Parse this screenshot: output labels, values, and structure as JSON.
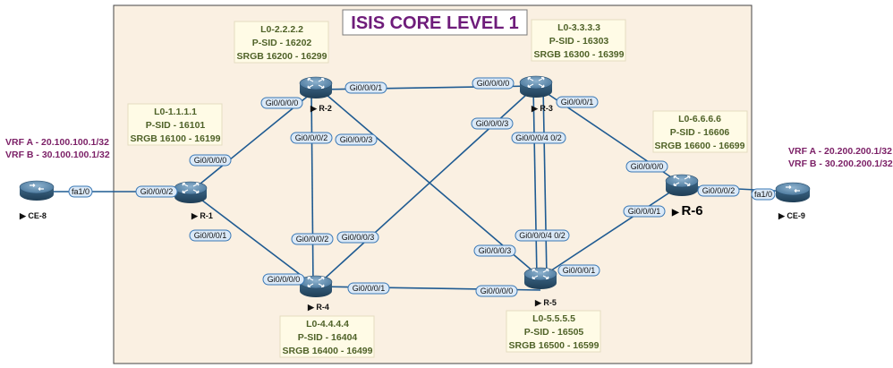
{
  "title": "ISIS  CORE  LEVEL 1",
  "routers": {
    "r1": {
      "label": "R-1",
      "lo": "L0-1.1.1.1",
      "psid": "P-SID - 16101",
      "srgb": "SRGB 16100 - 16199"
    },
    "r2": {
      "label": "R-2",
      "lo": "L0-2.2.2.2",
      "psid": "P-SID - 16202",
      "srgb": "SRGB 16200 - 16299"
    },
    "r3": {
      "label": "R-3",
      "lo": "L0-3.3.3.3",
      "psid": "P-SID - 16303",
      "srgb": "SRGB 16300 - 16399"
    },
    "r4": {
      "label": "R-4",
      "lo": "L0-4.4.4.4",
      "psid": "P-SID - 16404",
      "srgb": "SRGB 16400 - 16499"
    },
    "r5": {
      "label": "R-5",
      "lo": "L0-5.5.5.5",
      "psid": "P-SID - 16505",
      "srgb": "SRGB 16500 - 16599"
    },
    "r6": {
      "label": "R-6",
      "lo": "L0-6.6.6.6",
      "psid": "P-SID - 16606",
      "srgb": "SRGB 16600 - 16699"
    },
    "ce8": {
      "label": "CE-8",
      "vrf_a": "VRF A -  20.100.100.1/32",
      "vrf_b": "VRF B - 30.100.100.1/32"
    },
    "ce9": {
      "label": "CE-9",
      "vrf_a": "VRF A -  20.200.200.1/32",
      "vrf_b": "VRF B - 30.200.200.1/32"
    }
  },
  "interfaces": {
    "ce8_fa10": "fa1/0",
    "r1_g002": "Gi0/0/0/2",
    "r1_g000": "Gi0/0/0/0",
    "r1_g001": "Gi0/0/0/1",
    "r2_g000": "Gi0/0/0/0",
    "r2_g001": "Gi0/0/0/1",
    "r2_g002": "Gi0/0/0/2",
    "r2_g003": "Gi0/0/0/3",
    "r3_g000": "Gi0/0/0/0",
    "r3_g001": "Gi0/0/0/1",
    "r3_g003": "Gi0/0/0/3",
    "r3_g0042": "Gi0/0/0/4 0/2",
    "r4_g000": "Gi0/0/0/0",
    "r4_g001": "Gi0/0/0/1",
    "r4_g002": "Gi0/0/0/2",
    "r4_g003": "Gi0/0/0/3",
    "r5_g000": "Gi0/0/0/0",
    "r5_g001": "Gi0/0/0/1",
    "r5_g003": "Gi0/0/0/3",
    "r5_g0042": "Gi0/0/0/4 0/2",
    "r6_g000": "Gi0/0/0/0",
    "r6_g001": "Gi0/0/0/1",
    "r6_g002": "Gi0/0/0/2",
    "ce9_fa10": "fa1/0"
  }
}
